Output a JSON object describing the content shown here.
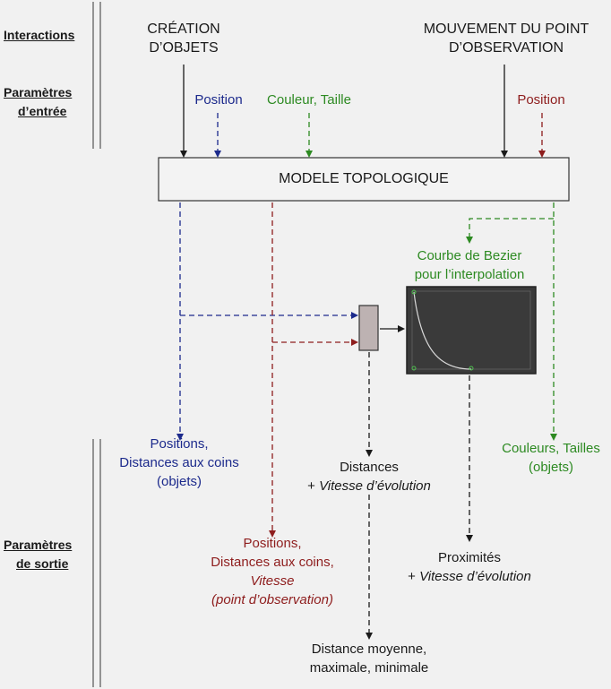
{
  "labels": {
    "interactions": "Interactions",
    "input_params_line1": "Paramètres",
    "input_params_line2": "d’entrée",
    "output_params_line1": "Paramètres",
    "output_params_line2": "de sortie"
  },
  "interactions": {
    "creation_line1": "CRÉATION",
    "creation_line2": "D’OBJETS",
    "movement_line1": "MOUVEMENT DU POINT",
    "movement_line2": "D’OBSERVATION"
  },
  "inputs": {
    "position_objects": "Position",
    "color_size": "Couleur, Taille",
    "position_observer": "Position"
  },
  "model": {
    "title": "MODELE TOPOLOGIQUE"
  },
  "bezier": {
    "line1": "Courbe de Bezier",
    "line2": "pour l’interpolation"
  },
  "outputs": {
    "objects_pos_line1": "Positions,",
    "objects_pos_line2": "Distances aux coins",
    "objects_pos_line3": "(objets)",
    "colors_line1": "Couleurs, Tailles",
    "colors_line2": "(objets)",
    "distances_line1": "Distances",
    "distances_line2_prefix": "+ ",
    "distances_line2_italic": "Vitesse d’évolution",
    "observer_line1": "Positions,",
    "observer_line2": "Distances aux coins,",
    "observer_line3": "Vitesse",
    "observer_line4": "(point d’observation)",
    "proximity_line1": "Proximités",
    "proximity_line2_prefix": "+ ",
    "proximity_line2_italic": "Vitesse d’évolution",
    "avg_line1": "Distance moyenne,",
    "avg_line2": "maximale, minimale"
  },
  "colors": {
    "black": "#1a1a1a",
    "blue": "#1c2a8c",
    "green": "#2d8a22",
    "red": "#8e1d1d",
    "graph_bg": "#3a3a3a",
    "switch_fill": "#bdb2b2"
  }
}
